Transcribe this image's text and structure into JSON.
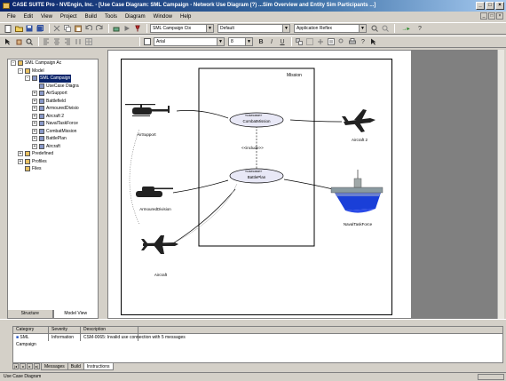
{
  "window": {
    "title": "CASE SUITE Pro - NVEngin, Inc. - [Use Case Diagram: SML Campaign - Network Use Diagram (?) ...Sim Overview and Entity Sim Participants ...]",
    "min": "_",
    "max": "□",
    "close": "×"
  },
  "menu": {
    "items": [
      "File",
      "Edit",
      "View",
      "Project",
      "Build",
      "Tools",
      "Diagram",
      "Window",
      "Help"
    ],
    "mdi": [
      "_",
      "□",
      "×"
    ]
  },
  "toolbar1": {
    "combo_model": "SML Campaign Ctx",
    "combo_view": "Default",
    "combo_filter": "Application Reflex"
  },
  "toolbar2": {
    "combo_font": "Arial",
    "combo_size": "8"
  },
  "tree": {
    "items": [
      {
        "label": "SML Campaign Ac",
        "level": 0,
        "exp": "-",
        "selected": false
      },
      {
        "label": "Model",
        "level": 1,
        "exp": "-",
        "selected": false
      },
      {
        "label": "SML Campaign",
        "level": 2,
        "exp": "-",
        "selected": true
      },
      {
        "label": "UseCase Diagra",
        "level": 3,
        "exp": "",
        "selected": false
      },
      {
        "label": "AirSupport",
        "level": 3,
        "exp": "+",
        "selected": false
      },
      {
        "label": "Battlefield",
        "level": 3,
        "exp": "+",
        "selected": false
      },
      {
        "label": "ArmouredDivisio",
        "level": 3,
        "exp": "+",
        "selected": false
      },
      {
        "label": "Aircraft 2",
        "level": 3,
        "exp": "+",
        "selected": false
      },
      {
        "label": "NavalTaskForce",
        "level": 3,
        "exp": "+",
        "selected": false
      },
      {
        "label": "CombatMission",
        "level": 3,
        "exp": "+",
        "selected": false
      },
      {
        "label": "BattlePlan",
        "level": 3,
        "exp": "+",
        "selected": false
      },
      {
        "label": "Aircraft",
        "level": 3,
        "exp": "+",
        "selected": false
      },
      {
        "label": "Predefined",
        "level": 1,
        "exp": "+",
        "selected": false
      },
      {
        "label": "Profiles",
        "level": 1,
        "exp": "+",
        "selected": false
      },
      {
        "label": "Files",
        "level": 1,
        "exp": "",
        "selected": false
      }
    ],
    "tabs": [
      "Structure",
      "Model View"
    ]
  },
  "diagram": {
    "boundary_label": "Mission",
    "uc_combat": "CombatMission",
    "uc_battle": "BattlePlan",
    "include_label": "<<include>>",
    "actor_airsupport": "AirSupport",
    "actor_armoured": "ArmouredDivision",
    "actor_aircraft": "Aircraft",
    "actor_aircraft2": "Aircraft 2",
    "actor_naval": "NavalTaskForce"
  },
  "output": {
    "headers": [
      "Category",
      "Severity",
      "Description",
      ""
    ],
    "rows": [
      [
        "SML Campaign",
        "Information",
        "CSM-0065: Invalid use connection with 5 messages",
        ""
      ]
    ],
    "tabs": [
      "Messages",
      "Build",
      "Instructions"
    ]
  },
  "status": {
    "text": "Use Case Diagram"
  },
  "colors": {
    "title_start": "#0a246a",
    "title_end": "#a6caf0",
    "selection": "#0a246a",
    "ship_hull": "#1a3fd8",
    "usecase_fill": "#e8e8f6"
  }
}
